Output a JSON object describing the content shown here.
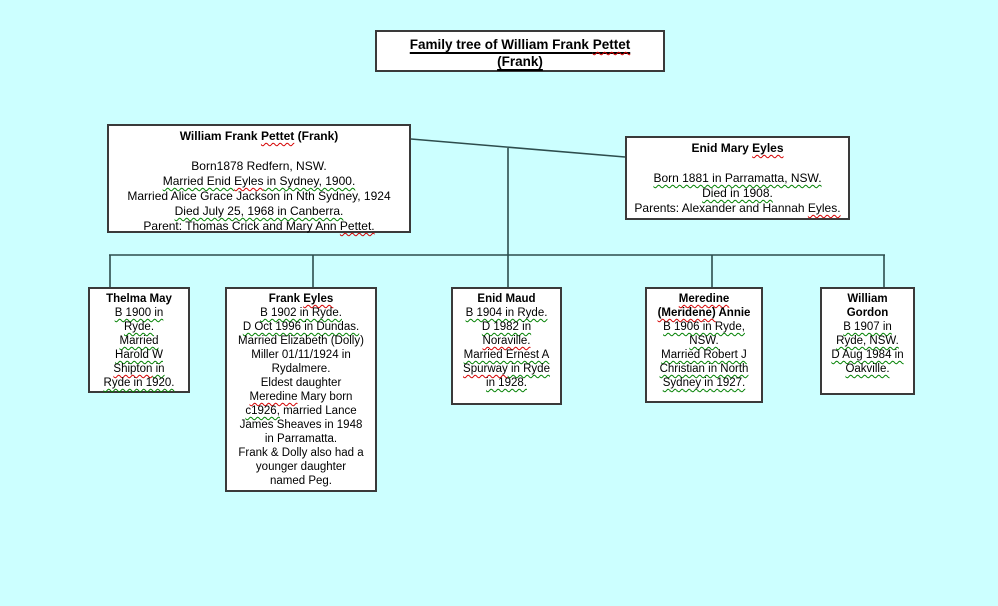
{
  "colors": {
    "background": "#ccffff",
    "box_fill": "#ffffff",
    "box_border": "#3a3a3a",
    "connector": "#2d4d4d",
    "spell_red": "#d40000",
    "grammar_green": "#008000",
    "text": "#000000"
  },
  "title_box": {
    "id": "tree-title-box",
    "lines": [
      [
        {
          "t": "Family tree of William Frank ",
          "w": "none"
        },
        {
          "t": "Pettet",
          "w": "red"
        }
      ],
      [
        {
          "t": "(Frank)",
          "w": "none"
        }
      ]
    ]
  },
  "boxes": [
    {
      "id": "box-william-frank-pettet",
      "size": "fs12",
      "title_lines": [
        [
          {
            "t": "William Frank ",
            "w": "none"
          },
          {
            "t": "Pettet",
            "w": "red"
          },
          {
            "t": " (Frank)",
            "w": "none"
          }
        ]
      ],
      "body_lines": [
        [],
        [
          {
            "t": "Born1878 Redfern, NSW.",
            "w": "none"
          }
        ],
        [
          {
            "t": "Married Enid ",
            "w": "green"
          },
          {
            "t": "Eyles",
            "w": "red"
          },
          {
            "t": " in Sydney, 1900.",
            "w": "green"
          }
        ],
        [
          {
            "t": "Married Alice Grace Jackson in Nth Sydney, 1924",
            "w": "none"
          }
        ],
        [
          {
            "t": "Died July 25, 1968 in Canberra.",
            "w": "green"
          }
        ],
        [
          {
            "t": "Parent: Thomas Crick and Mary Ann ",
            "w": "none"
          },
          {
            "t": "Pettet.",
            "w": "red"
          }
        ]
      ]
    },
    {
      "id": "box-enid-mary-eyles",
      "size": "fs12",
      "title_lines": [
        [
          {
            "t": "Enid Mary ",
            "w": "none"
          },
          {
            "t": "Eyles",
            "w": "red"
          }
        ]
      ],
      "body_lines": [
        [],
        [
          {
            "t": "Born 1881 in Parramatta, NSW.",
            "w": "green"
          }
        ],
        [
          {
            "t": "Died in 1908.",
            "w": "green"
          }
        ],
        [
          {
            "t": "Parents: Alexander and Hannah ",
            "w": "none"
          },
          {
            "t": "Eyles.",
            "w": "red"
          }
        ]
      ]
    },
    {
      "id": "box-thelma-may",
      "size": "fs11",
      "title_lines": [
        [
          {
            "t": "Thelma May",
            "w": "none"
          }
        ]
      ],
      "body_lines": [
        [
          {
            "t": "B 1900 in",
            "w": "green"
          }
        ],
        [
          {
            "t": "Ryde.",
            "w": "green"
          }
        ],
        [
          {
            "t": "Married",
            "w": "green"
          }
        ],
        [
          {
            "t": "Harold W",
            "w": "green"
          }
        ],
        [
          {
            "t": "Shipton",
            "w": "red"
          },
          {
            "t": " in",
            "w": "green"
          }
        ],
        [
          {
            "t": "Ryde in 1920.",
            "w": "green"
          }
        ]
      ]
    },
    {
      "id": "box-frank-eyles",
      "size": "fs11",
      "title_lines": [
        [
          {
            "t": "Frank ",
            "w": "none"
          },
          {
            "t": "Eyles",
            "w": "red"
          }
        ]
      ],
      "body_lines": [
        [
          {
            "t": "B 1902 in Ryde.",
            "w": "green"
          }
        ],
        [
          {
            "t": "D Oct 1996 in Dundas.",
            "w": "green"
          }
        ],
        [
          {
            "t": "Married Elizabeth (Dolly)",
            "w": "none"
          }
        ],
        [
          {
            "t": "Miller 01/11/1924 in",
            "w": "none"
          }
        ],
        [
          {
            "t": "Rydalmere.",
            "w": "none"
          }
        ],
        [
          {
            "t": "Eldest daughter",
            "w": "none"
          }
        ],
        [
          {
            "t": "Meredine",
            "w": "red"
          },
          {
            "t": " Mary born",
            "w": "none"
          }
        ],
        [
          {
            "t": "c1926,",
            "w": "green"
          },
          {
            "t": " married Lance",
            "w": "none"
          }
        ],
        [
          {
            "t": "James Sheaves in 1948",
            "w": "none"
          }
        ],
        [
          {
            "t": "in Parramatta.",
            "w": "none"
          }
        ],
        [
          {
            "t": "Frank & Dolly also had a",
            "w": "none"
          }
        ],
        [
          {
            "t": "younger daughter",
            "w": "none"
          }
        ],
        [
          {
            "t": "named Peg.",
            "w": "none"
          }
        ]
      ]
    },
    {
      "id": "box-enid-maud",
      "size": "fs11",
      "title_lines": [
        [
          {
            "t": "Enid Maud",
            "w": "none"
          }
        ]
      ],
      "body_lines": [
        [
          {
            "t": "B 1904 in Ryde.",
            "w": "green"
          }
        ],
        [
          {
            "t": "D 1982 in",
            "w": "green"
          }
        ],
        [
          {
            "t": "Noraville.",
            "w": "red"
          }
        ],
        [
          {
            "t": "Married Ernest A",
            "w": "green"
          }
        ],
        [
          {
            "t": "Spurway",
            "w": "red"
          },
          {
            "t": " in Ryde",
            "w": "green"
          }
        ],
        [
          {
            "t": "in 1928.",
            "w": "green"
          }
        ]
      ]
    },
    {
      "id": "box-meredine-annie",
      "size": "fs11",
      "title_lines": [
        [
          {
            "t": "Meredine",
            "w": "red"
          }
        ],
        [
          {
            "t": "(Meridene)",
            "w": "red"
          },
          {
            "t": " Annie",
            "w": "none"
          }
        ]
      ],
      "body_lines": [
        [
          {
            "t": "B 1906 in Ryde,",
            "w": "green"
          }
        ],
        [
          {
            "t": "NSW.",
            "w": "green"
          }
        ],
        [
          {
            "t": "Married Robert J",
            "w": "green"
          }
        ],
        [
          {
            "t": "Christian in North",
            "w": "green"
          }
        ],
        [
          {
            "t": "Sydney in 1927.",
            "w": "green"
          }
        ]
      ]
    },
    {
      "id": "box-william-gordon",
      "size": "fs11",
      "title_lines": [
        [
          {
            "t": "William",
            "w": "none"
          }
        ],
        [
          {
            "t": "Gordon",
            "w": "none"
          }
        ]
      ],
      "body_lines": [
        [
          {
            "t": "B 1907 in",
            "w": "green"
          }
        ],
        [
          {
            "t": "Ryde, NSW.",
            "w": "green"
          }
        ],
        [
          {
            "t": "D Aug 1984 in",
            "w": "green"
          }
        ],
        [
          {
            "t": "Oakville.",
            "w": "green"
          }
        ]
      ]
    }
  ]
}
